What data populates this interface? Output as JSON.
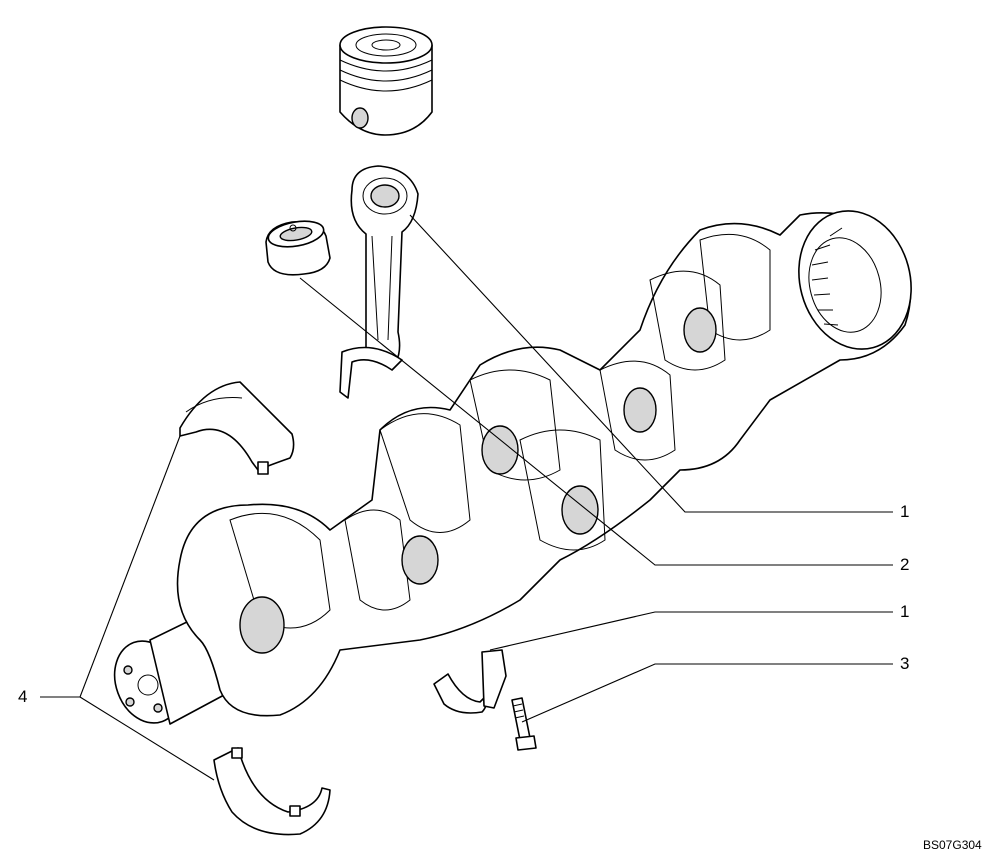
{
  "callouts": {
    "c1_top": "1",
    "c2": "2",
    "c1_bottom": "1",
    "c3": "3",
    "c4": "4"
  },
  "reference_code": "BS07G304",
  "colors": {
    "line": "#000000",
    "background": "#ffffff",
    "shade": "#d6d6d6"
  }
}
